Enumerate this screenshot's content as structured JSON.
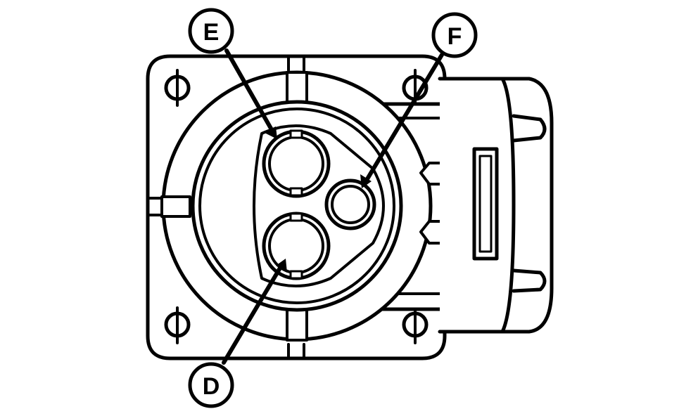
{
  "figure": {
    "line_color": "#000000",
    "fill_color": "#ffffff",
    "callouts": [
      {
        "id": "E",
        "label": "E"
      },
      {
        "id": "F",
        "label": "F"
      },
      {
        "id": "D",
        "label": "D"
      }
    ]
  }
}
